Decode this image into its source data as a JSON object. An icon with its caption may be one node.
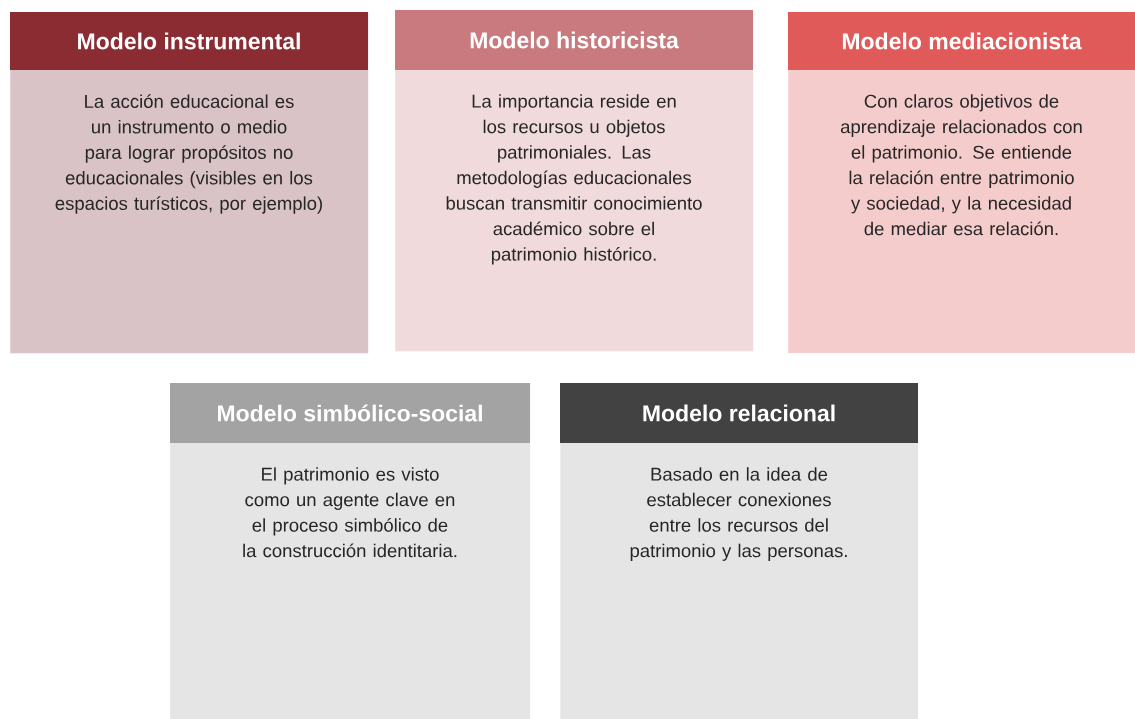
{
  "diagram": {
    "nodes": [
      {
        "text": [
          "Modelo instrumental",
          "La acción educacional es un instrumento o medio para lograr propósitos no educacionales (visibles en los espacios turísticos, por ejemplo)"
        ]
      },
      {
        "text": [
          "Modelo historicista",
          "La importancia reside en los recursos u objetos patrimoniales. Las metodologías educacionales buscan transmitir conocimiento académico sobre el patrimonio histórico."
        ]
      },
      {
        "text": [
          "Modelo mediacionista",
          "Con claros objetivos de aprendizaje relacionados con el patrimonio. Se entiende la relación entre patrimonio y sociedad, y la necesidad de mediar esa relación."
        ]
      },
      {
        "text": [
          "Modelo simbólico-social",
          "El patrimonio es visto como un agente clave en el proceso simbólico de la construcción identitaria."
        ]
      },
      {
        "text": [
          "Modelo relacional",
          "Basado en la idea de establecer conexiones entre los recursos del patrimonio y las personas."
        ]
      }
    ]
  }
}
